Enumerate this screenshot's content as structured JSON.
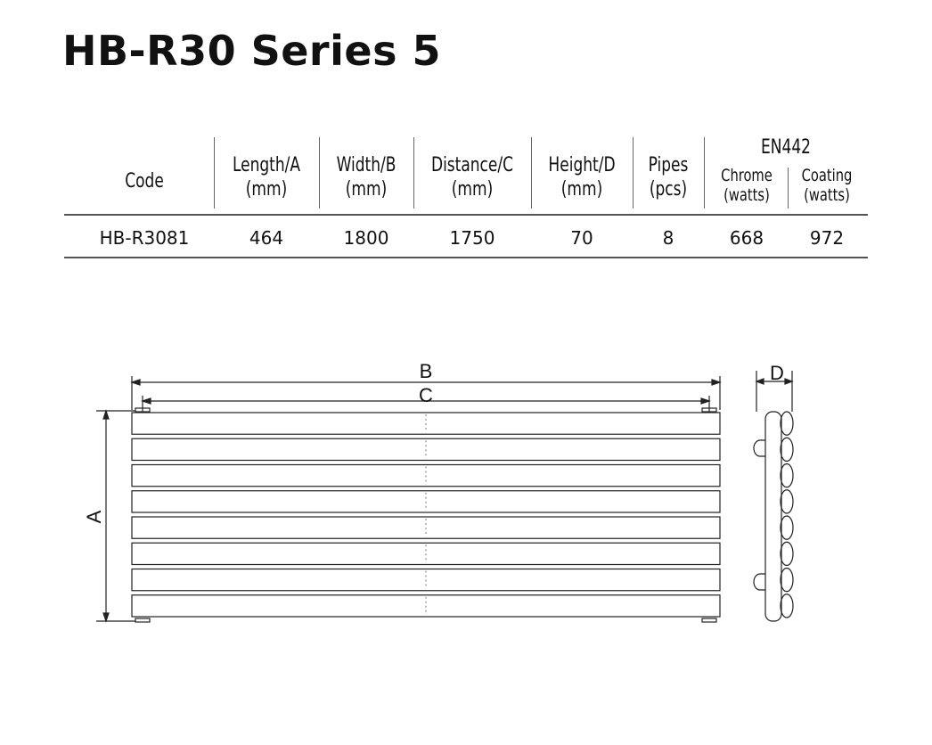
{
  "title": "HB-R30 Series 5",
  "table": {
    "headers": {
      "code": "Code",
      "length": [
        "Length/A",
        "(mm)"
      ],
      "width": [
        "Width/B",
        "(mm)"
      ],
      "distance": [
        "Distance/C",
        "(mm)"
      ],
      "height": [
        "Height/D",
        "(mm)"
      ],
      "pipes": [
        "Pipes",
        "(pcs)"
      ],
      "group": "EN442",
      "chrome": [
        "Chrome",
        "(watts)"
      ],
      "coating": [
        "Coating",
        "(watts)"
      ]
    },
    "rows": [
      {
        "code": "HB-R3081",
        "length": "464",
        "width": "1800",
        "distance": "1750",
        "height": "70",
        "pipes": "8",
        "chrome": "668",
        "coating": "972"
      }
    ]
  },
  "drawing": {
    "label_a": "A",
    "label_b": "B",
    "label_c": "C",
    "label_d": "D",
    "pipe_count": 8
  }
}
